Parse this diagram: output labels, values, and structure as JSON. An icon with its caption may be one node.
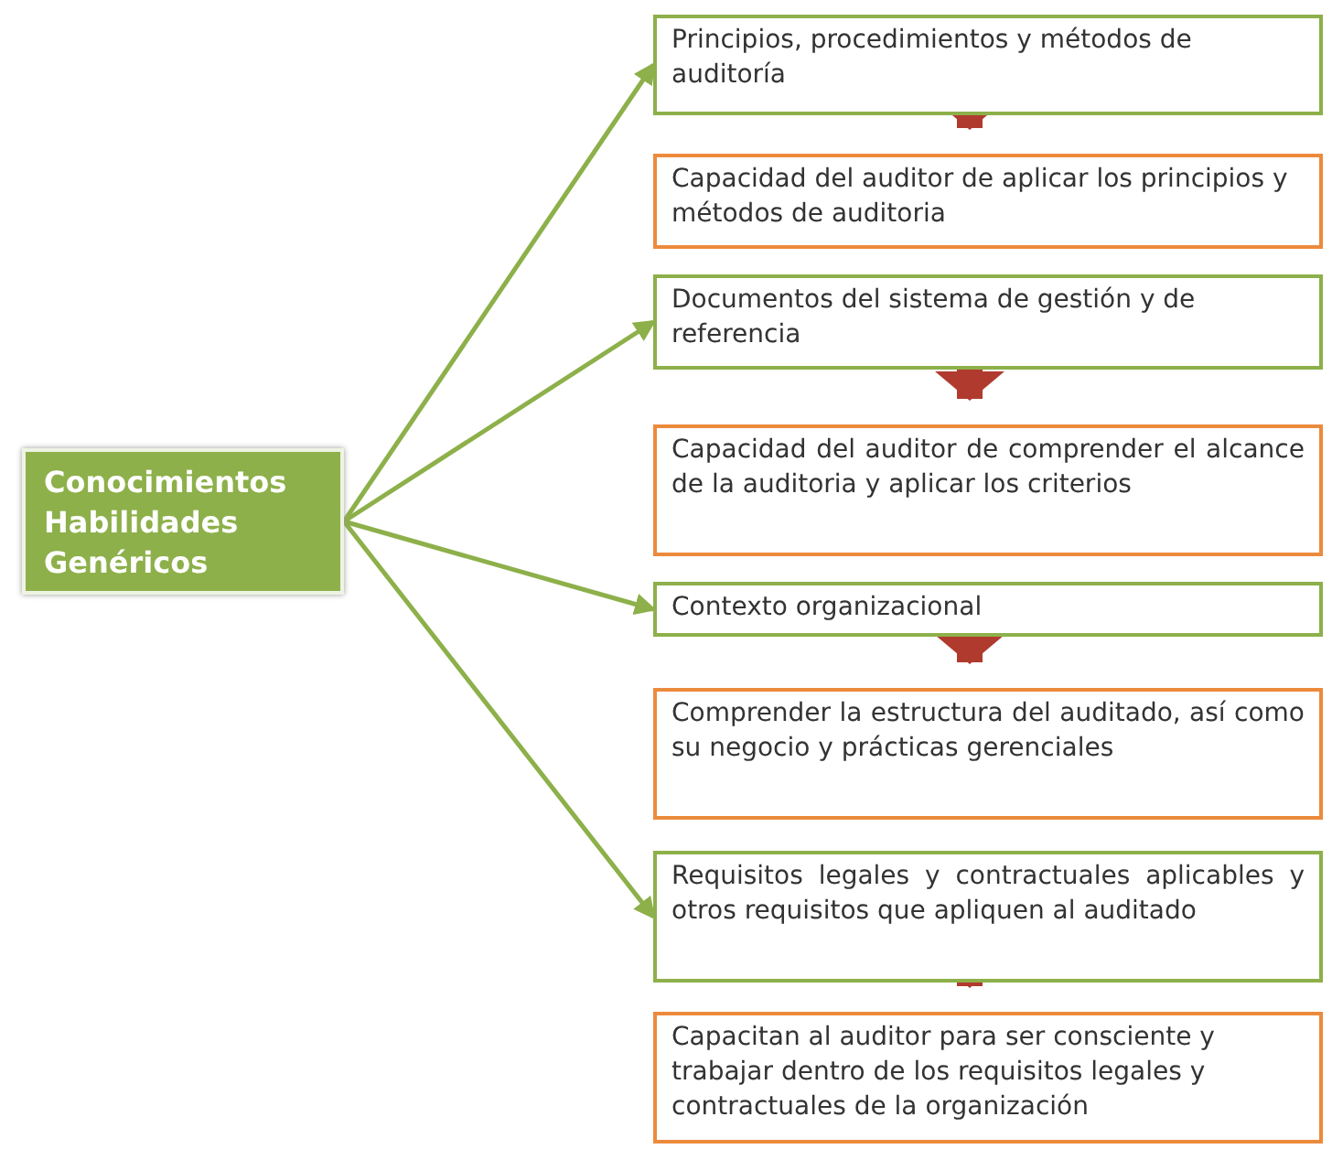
{
  "diagram": {
    "nodes": [
      {
        "text": [
          "Conocimientos Habilidades Genéricos"
        ]
      },
      {
        "text": [
          "Principios, procedimientos y métodos de auditoría"
        ]
      },
      {
        "text": [
          "Capacidad del auditor de aplicar los principios y métodos de auditoria"
        ]
      },
      {
        "text": [
          "Documentos del sistema de gestión y de referencia"
        ]
      },
      {
        "text": [
          "Capacidad del auditor de comprender el alcance de la auditoria y aplicar los criterios"
        ]
      },
      {
        "text": [
          "Contexto organizacional"
        ]
      },
      {
        "text": [
          "Comprender la estructura del auditado, así como su negocio y prácticas gerenciales"
        ]
      },
      {
        "text": [
          "Requisitos legales y contractuales aplicables y otros requisitos que apliquen al auditado"
        ]
      },
      {
        "text": [
          "Capacitan al auditor para ser consciente y trabajar dentro de los requisitos legales y contractuales de la organización"
        ]
      }
    ],
    "edges": [
      {
        "from": 0,
        "to": 1,
        "arrow": "to"
      },
      {
        "from": 0,
        "to": 3,
        "arrow": "to"
      },
      {
        "from": 0,
        "to": 5,
        "arrow": "to"
      },
      {
        "from": 0,
        "to": 7,
        "arrow": "to"
      },
      {
        "from": 1,
        "to": 2,
        "arrow": "to",
        "style": "thick",
        "color": "#b03a2e"
      },
      {
        "from": 3,
        "to": 4,
        "arrow": "to",
        "style": "thick",
        "color": "#b03a2e"
      },
      {
        "from": 5,
        "to": 6,
        "arrow": "to",
        "style": "thick",
        "color": "#b03a2e"
      },
      {
        "from": 7,
        "to": 8,
        "arrow": "to",
        "style": "thick",
        "color": "#b03a2e"
      }
    ]
  }
}
